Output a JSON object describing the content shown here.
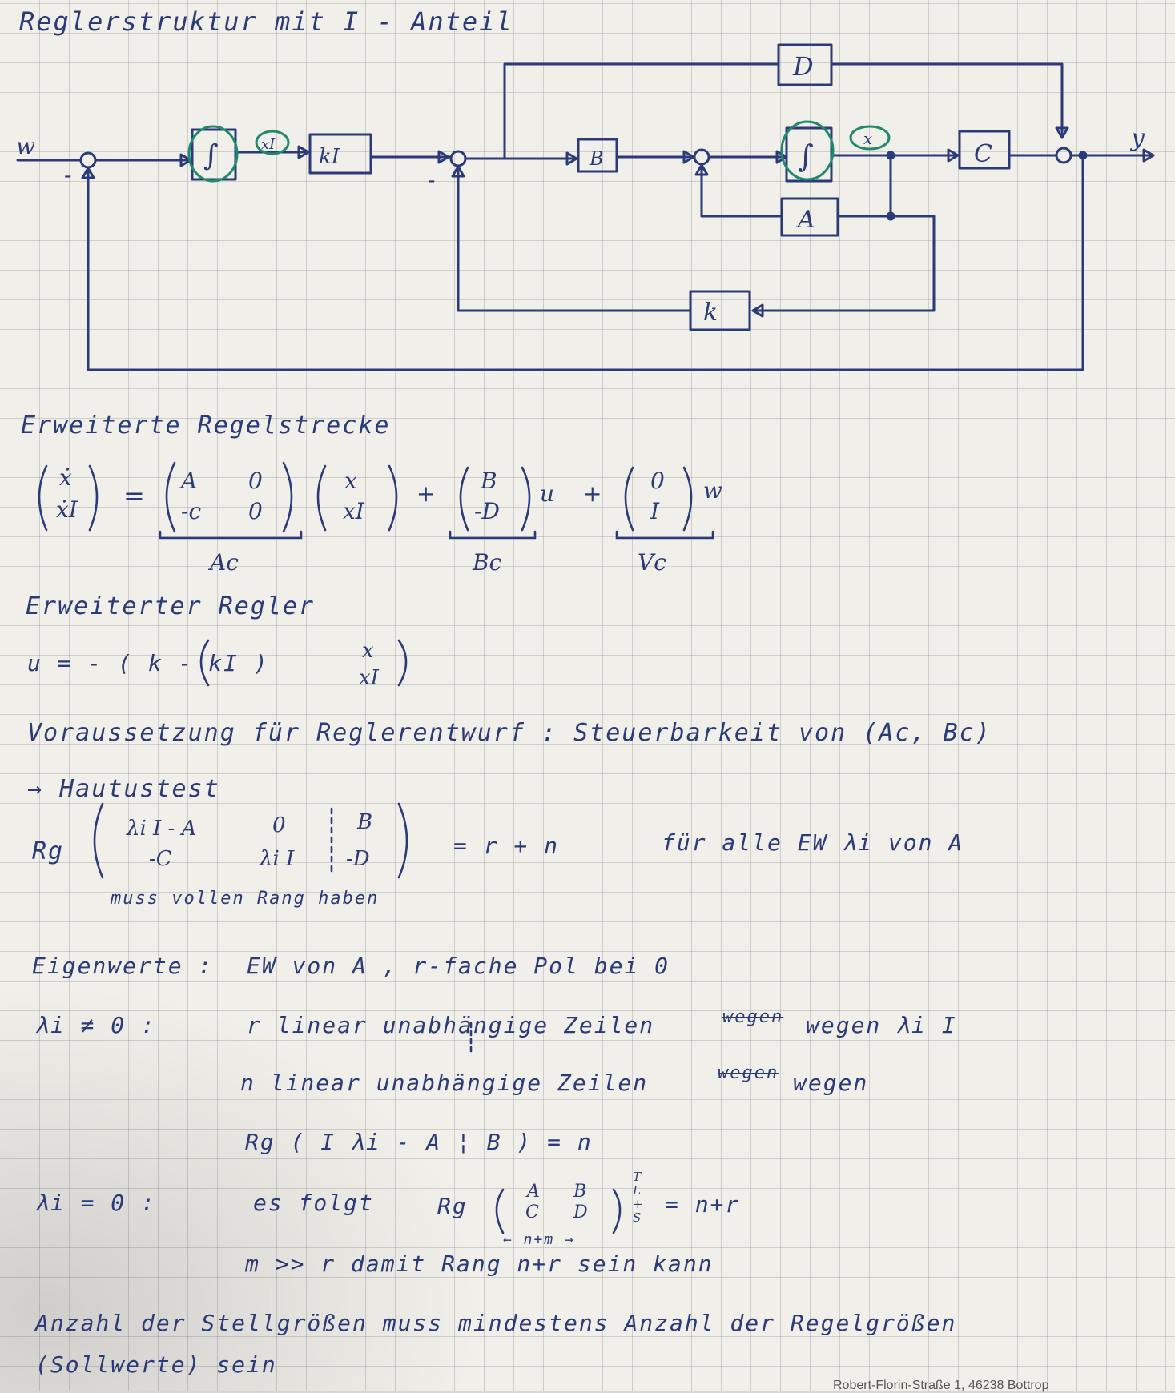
{
  "title": "Reglerstruktur mit I - Anteil",
  "diagram": {
    "signals": {
      "w": "w",
      "y": "y",
      "xI": "xI",
      "x": "x"
    },
    "signs": {
      "minus1": "-",
      "minus2": "-"
    },
    "blocks": {
      "integrator1": "∫",
      "kI": "kI",
      "B": "B",
      "integrator2": "∫",
      "C": "C",
      "D": "D",
      "A": "A",
      "k": "k"
    }
  },
  "sec1": {
    "heading": "Erweiterte Regelstrecke",
    "lhs_top": "ẋ",
    "lhs_bot": "ẋI",
    "Ac_r1c1": "A",
    "Ac_r1c2": "0",
    "Ac_r2c1": "-c",
    "Ac_r2c2": "0",
    "vec_top": "x",
    "vec_bot": "xI",
    "Bc_top": "B",
    "Bc_bot": "-D",
    "Vc_top": "0",
    "Vc_bot": "I",
    "u": "u",
    "w": "w",
    "label_Ac": "Ac",
    "label_Bc": "Bc",
    "label_Vc": "Vc"
  },
  "sec2": {
    "heading": "Erweiterter Regler",
    "eq": "u  =  -  ( k - kI )",
    "vec_top": "x",
    "vec_bot": "xI"
  },
  "line_voraussetzung": "Voraussetzung für Reglerentwurf : Steuerbarkeit von (Ac, Bc)",
  "hautus": {
    "heading": "→ Hautustest",
    "rg": "Rg",
    "m_r1c1": "λi I - A",
    "m_r1c2": "0",
    "m_r1c3": "B",
    "m_r2c1": "-C",
    "m_r2c2": "λi I",
    "m_r2c3": "-D",
    "eq_rhs": "= r + n",
    "cond": "für alle EW  λi  von A",
    "note": "muss vollen Rang haben"
  },
  "eigen": {
    "label": "Eigenwerte   :",
    "text": "EW von A  , r-fache Pol bei 0"
  },
  "case1": {
    "label": "λi  ≠ 0     :",
    "line1": "r  linear unabhängige Zeilen",
    "line1_scribble": "wegen",
    "line1_end": "wegen  λi I",
    "line2": "n  linear unabhängige Zeilen",
    "line2_scribble": "wegen",
    "line2_end": "wegen",
    "line3": "Rg  ( I λi - A   ¦ B  )  = n"
  },
  "case2": {
    "label": "λi   = 0     :",
    "text": "es folgt",
    "rg": "Rg",
    "m_r1c1": "A",
    "m_r1c2": "B",
    "m_r2c1": "C",
    "m_r2c2": "D",
    "side": "T L + S",
    "rhs": "=  n+r",
    "under": "← n+m →",
    "line2": "m >> r   damit  Rang  n+r  sein kann"
  },
  "conclusion": {
    "line1": "Anzahl der Stellgrößen muss mindestens Anzahl der Regelgrößen",
    "line2": "(Sollwerte) sein"
  },
  "footer": "Robert-Florin-Straße 1, 46238 Bottrop",
  "colors": {
    "ink": "#2b3a78",
    "green": "#1f8a6a",
    "paper": "#f1efe9"
  }
}
